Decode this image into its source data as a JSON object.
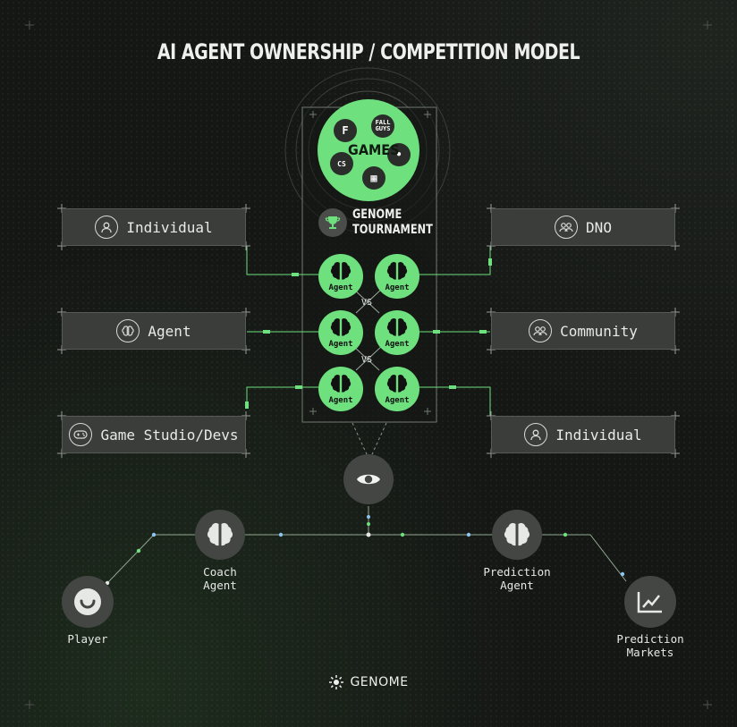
{
  "title": "AI AGENT OWNERSHIP / COMPETITION  MODEL",
  "games": {
    "label": "GAMES",
    "logos": [
      {
        "name": "fortnite",
        "text": "F"
      },
      {
        "name": "fall-guys",
        "text": "FALL GUYS"
      },
      {
        "name": "counter-strike",
        "text": "CS"
      },
      {
        "name": "arena-badge",
        "text": "•"
      },
      {
        "name": "minecraft",
        "text": "▦"
      }
    ]
  },
  "tournament": {
    "line1": "GENOME",
    "line2": "TOURNAMENT"
  },
  "agent_label": "Agent",
  "vs_label": "VS",
  "owners_left": [
    {
      "label": "Individual",
      "icon": "person-icon"
    },
    {
      "label": "Agent",
      "icon": "brain-icon"
    },
    {
      "label": "Game Studio/Devs",
      "icon": "gamepad-icon"
    }
  ],
  "owners_right": [
    {
      "label": "DNO",
      "icon": "group-icon"
    },
    {
      "label": "Community",
      "icon": "group-icon"
    },
    {
      "label": "Individual",
      "icon": "person-icon"
    }
  ],
  "flow": {
    "player": "Player",
    "coach": "Coach\nAgent",
    "prediction_agent": "Prediction\nAgent",
    "markets": "Prediction\nMarkets"
  },
  "brand": "GENOME",
  "colors": {
    "accent": "#6ee07d",
    "box": "#3a3d3a",
    "line": "#8fa88f",
    "dot_blue": "#8fc3f0"
  }
}
